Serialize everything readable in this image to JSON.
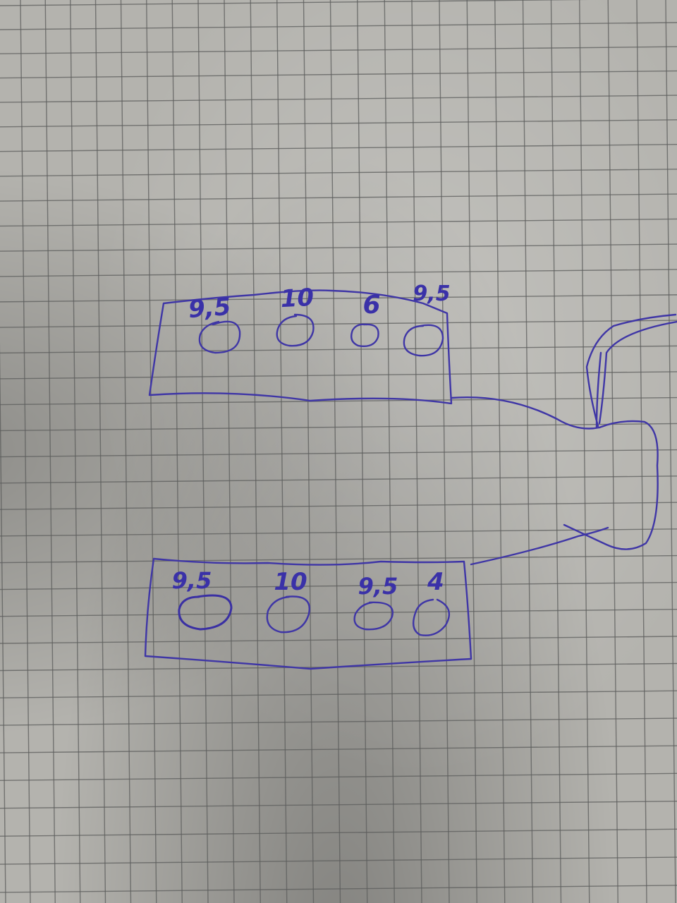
{
  "top_box": {
    "labels": [
      "9,5",
      "10",
      "6",
      "9,5"
    ]
  },
  "bottom_box": {
    "labels": [
      "9,5",
      "10",
      "9,5",
      "4"
    ]
  },
  "colors": {
    "paper": "#b4b3ae",
    "grid": "#5c5d5c",
    "ink": "#3f36a6"
  }
}
